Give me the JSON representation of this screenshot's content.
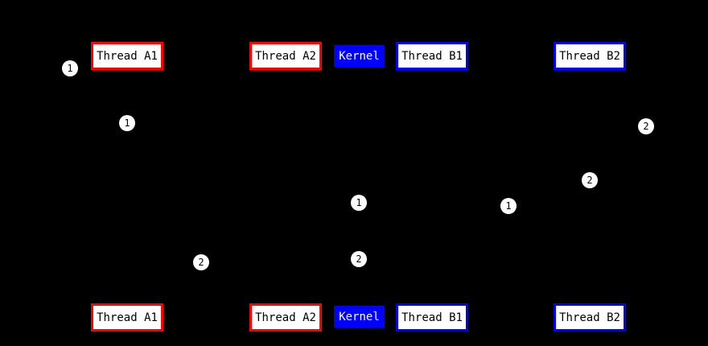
{
  "diagram": {
    "type": "sequence-diagram",
    "description": "Thread/kernel sequence diagram on black background; lifelines and arrows are not visible (black on black), only entity boxes and numbered step markers show",
    "background_color": "#000000",
    "colors": {
      "thread_a_border": "#ff0000",
      "thread_b_border": "#0000ff",
      "kernel_fill": "#0000ff",
      "box_fill": "#ffffff",
      "box_text": "#000000",
      "kernel_text": "#ffffff",
      "marker_fill": "#ffffff",
      "marker_text": "#000000"
    },
    "entities": [
      {
        "id": "thread-a1",
        "label": "Thread A1",
        "style": "red-bordered"
      },
      {
        "id": "thread-a2",
        "label": "Thread A2",
        "style": "red-bordered"
      },
      {
        "id": "kernel",
        "label": "Kernel",
        "style": "blue-filled"
      },
      {
        "id": "thread-b1",
        "label": "Thread B1",
        "style": "blue-bordered"
      },
      {
        "id": "thread-b2",
        "label": "Thread B2",
        "style": "blue-bordered"
      }
    ],
    "rows": [
      "top",
      "bottom"
    ],
    "markers": [
      {
        "label": "1"
      },
      {
        "label": "1"
      },
      {
        "label": "2"
      },
      {
        "label": "2"
      },
      {
        "label": "1"
      },
      {
        "label": "1"
      },
      {
        "label": "2"
      },
      {
        "label": "2"
      }
    ]
  }
}
